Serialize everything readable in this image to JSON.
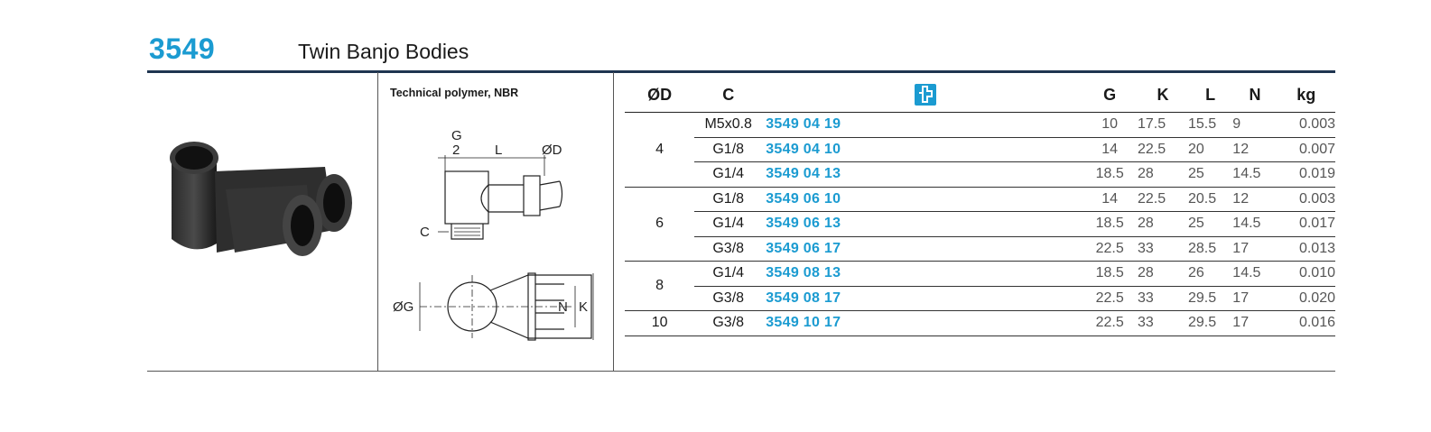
{
  "header": {
    "code": "3549",
    "title": "Twin Banjo Bodies"
  },
  "material": "Technical polymer, NBR",
  "drawing": {
    "labels": {
      "g_top": "G",
      "g_bottom": "2",
      "l": "L",
      "od": "ØD",
      "c": "C",
      "og": "ØG",
      "n": "N",
      "k": "K"
    }
  },
  "table": {
    "headers": {
      "od": "ØD",
      "c": "C",
      "ref_icon": "reference-icon",
      "g": "G",
      "k": "K",
      "l": "L",
      "n": "N",
      "kg": "kg"
    },
    "groups": [
      {
        "od": "4",
        "rows": [
          {
            "c": "M5x0.8",
            "ref": "3549 04 19",
            "g": "10",
            "k": "17.5",
            "l": "15.5",
            "n": "9",
            "kg": "0.003"
          },
          {
            "c": "G1/8",
            "ref": "3549 04 10",
            "g": "14",
            "k": "22.5",
            "l": "20",
            "n": "12",
            "kg": "0.007"
          },
          {
            "c": "G1/4",
            "ref": "3549 04 13",
            "g": "18.5",
            "k": "28",
            "l": "25",
            "n": "14.5",
            "kg": "0.019"
          }
        ]
      },
      {
        "od": "6",
        "rows": [
          {
            "c": "G1/8",
            "ref": "3549 06 10",
            "g": "14",
            "k": "22.5",
            "l": "20.5",
            "n": "12",
            "kg": "0.003"
          },
          {
            "c": "G1/4",
            "ref": "3549 06 13",
            "g": "18.5",
            "k": "28",
            "l": "25",
            "n": "14.5",
            "kg": "0.017"
          },
          {
            "c": "G3/8",
            "ref": "3549 06 17",
            "g": "22.5",
            "k": "33",
            "l": "28.5",
            "n": "17",
            "kg": "0.013"
          }
        ]
      },
      {
        "od": "8",
        "rows": [
          {
            "c": "G1/4",
            "ref": "3549 08 13",
            "g": "18.5",
            "k": "28",
            "l": "26",
            "n": "14.5",
            "kg": "0.010"
          },
          {
            "c": "G3/8",
            "ref": "3549 08 17",
            "g": "22.5",
            "k": "33",
            "l": "29.5",
            "n": "17",
            "kg": "0.020"
          }
        ]
      },
      {
        "od": "10",
        "rows": [
          {
            "c": "G3/8",
            "ref": "3549 10 17",
            "g": "22.5",
            "k": "33",
            "l": "29.5",
            "n": "17",
            "kg": "0.016"
          }
        ]
      }
    ]
  },
  "colors": {
    "accent": "#1b9bd1",
    "rule": "#1f3550"
  }
}
